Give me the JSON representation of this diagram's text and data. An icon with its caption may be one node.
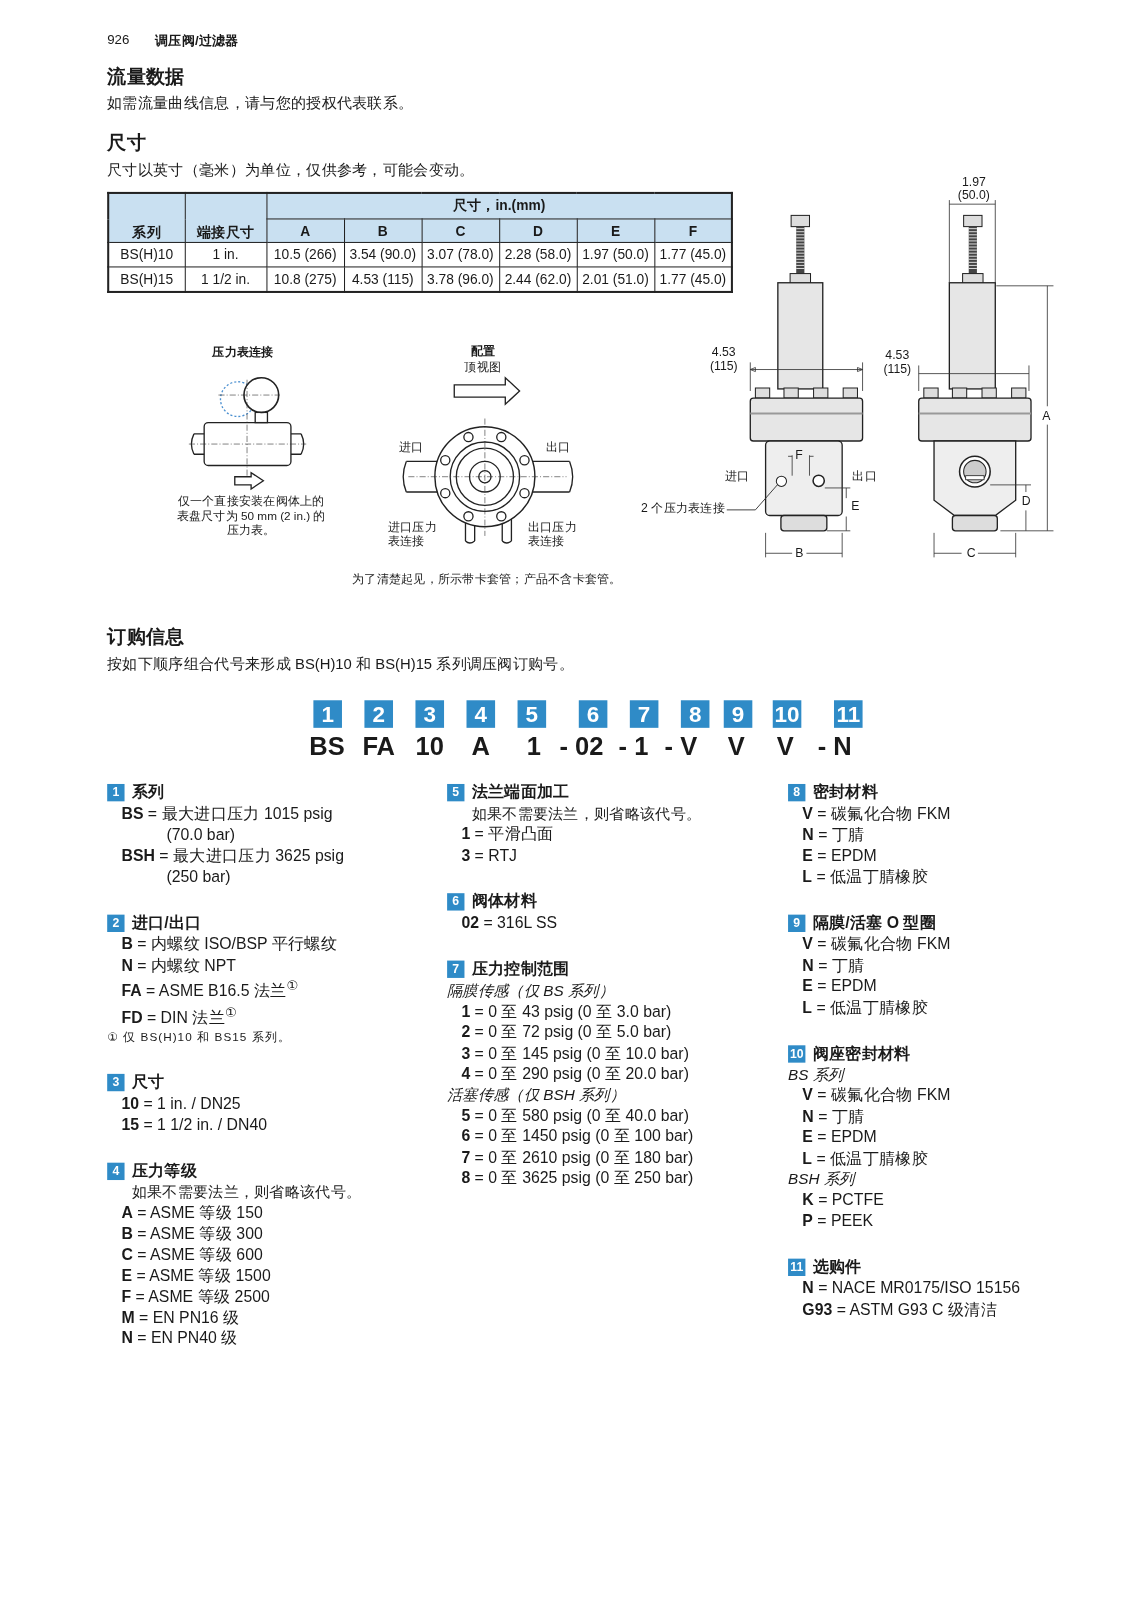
{
  "diagram": {
    "nodes": [
      {
        "text": [
          "2 个压力表连接"
        ]
      },
      {
        "text": [],
        "shape": "circle"
      }
    ],
    "edges": [
      {
        "from": 0,
        "to": 1,
        "arrow": "none"
      }
    ],
    "labels": [
      "926",
      "调压阀/过滤器",
      "流量数据",
      "如需流量曲线信息，请与您的授权代表联系。",
      "尺寸",
      "尺寸以英寸（毫米）为单位，仅供参考，可能会变动。",
      "系列",
      "端接尺寸",
      "尺寸，in.(mm)",
      "A",
      "B",
      "C",
      "D",
      "E",
      "F",
      "BS(H)10",
      "1 in.",
      "10.5 (266)",
      "3.54 (90.0)",
      "3.07 (78.0)",
      "2.28 (58.0)",
      "1.97 (50.0)",
      "1.77 (45.0)",
      "BS(H)15",
      "1 1/2 in.",
      "10.8 (275)",
      "4.53 (115)",
      "3.78 (96.0)",
      "2.44 (62.0)",
      "2.01 (51.0)",
      "1.77 (45.0)",
      "压力表连接",
      "仅一个直接安装在阀体上的表盘尺寸为 50 mm (2 in.) 的压力表。",
      "配置",
      "顶视图",
      "进口",
      "出口",
      "进口压力表连接",
      "出口压力表连接",
      "为了清楚起见，所示带卡套管；产品不含卡套管。",
      "1.97 (50.0)",
      "4.53 (115)",
      "进口",
      "F",
      "出口",
      "E",
      "B",
      "4.53 (115)",
      "A",
      "D",
      "C",
      "订购信息",
      "按如下顺序组合代号来形成 BS(H)10 和 BS(H)15 系列调压阀订购号。",
      "1",
      "2",
      "3",
      "4",
      "5",
      "6",
      "7",
      "8",
      "9",
      "10",
      "11",
      "BS",
      "FA",
      "10",
      "A",
      "1",
      "- 02",
      "- 1",
      "- V",
      "V",
      "V",
      "- N",
      "1",
      "系列",
      "**BS** = 最大进口压力 1015 psig (70.0 bar)",
      "**BSH** = 最大进口压力 3625 psig (250 bar)",
      "2",
      "进口/出口",
      "**B** = 内螺纹 ISO/BSP 平行螺纹",
      "**N** = 内螺纹 NPT",
      "**FA** = ASME B16.5 法兰$^{①}$",
      "**FD** = DIN 法兰$^{①}$",
      "① 仅 BS(H)10 和 BS15 系列。",
      "3",
      "尺寸",
      "**10** = 1 in. / DN25",
      "**15** = 1 1/2 in. / DN40",
      "4",
      "压力等级",
      "如果不需要法兰，则省略该代号。",
      "**A** = ASME 等级 150",
      "**B** = ASME 等级 300",
      "**C** = ASME 等级 600",
      "**E** = ASME 等级 1500",
      "**F** = ASME 等级 2500",
      "**M** = EN PN16 级",
      "**N** = EN PN40 级",
      "5",
      "法兰端面加工",
      "如果不需要法兰，则省略该代号。",
      "**1** = 平滑凸面",
      "**3** = RTJ",
      "6",
      "阀体材料",
      "**02** = 316L SS",
      "7",
      "压力控制范围",
      "隔膜传感（仅 BS 系列）",
      "**1** = 0 至 43 psig (0 至 3.0 bar)",
      "**2** = 0 至 72 psig (0 至 5.0 bar)",
      "**3** = 0 至 145 psig (0 至 10.0 bar)",
      "**4** = 0 至 290 psig (0 至 20.0 bar)",
      "活塞传感（仅 BSH 系列）",
      "**5** = 0 至 580 psig (0 至 40.0 bar)",
      "**6** = 0 至 1450 psig (0 至 100 bar)",
      "**7** = 0 至 2610 psig (0 至 180 bar)",
      "**8** = 0 至 3625 psig (0 至 250 bar)",
      "8",
      "密封材料",
      "**V** = 碳氟化合物 FKM",
      "**N** = 丁腈",
      "**E** = EPDM",
      "**L** = 低温丁腈橡胶",
      "9",
      "隔膜/活塞 O 型圈",
      "**V** = 碳氟化合物 FKM",
      "**N** = 丁腈",
      "**E** = EPDM",
      "**L** = 低温丁腈橡胶",
      "10",
      "阀座密封材料",
      "BS 系列",
      "**V** = 碳氟化合物 FKM",
      "**N** = 丁腈",
      "**E** = EPDM",
      "**L** = 低温丁腈橡胶",
      "BSH 系列",
      "**K** = PCTFE",
      "**P** = PEEK",
      "11",
      "选购件",
      "**N** = NACE MR0175/ISO 15156",
      "**G93** = ASTM G93 C 级清洁"
    ]
  }
}
